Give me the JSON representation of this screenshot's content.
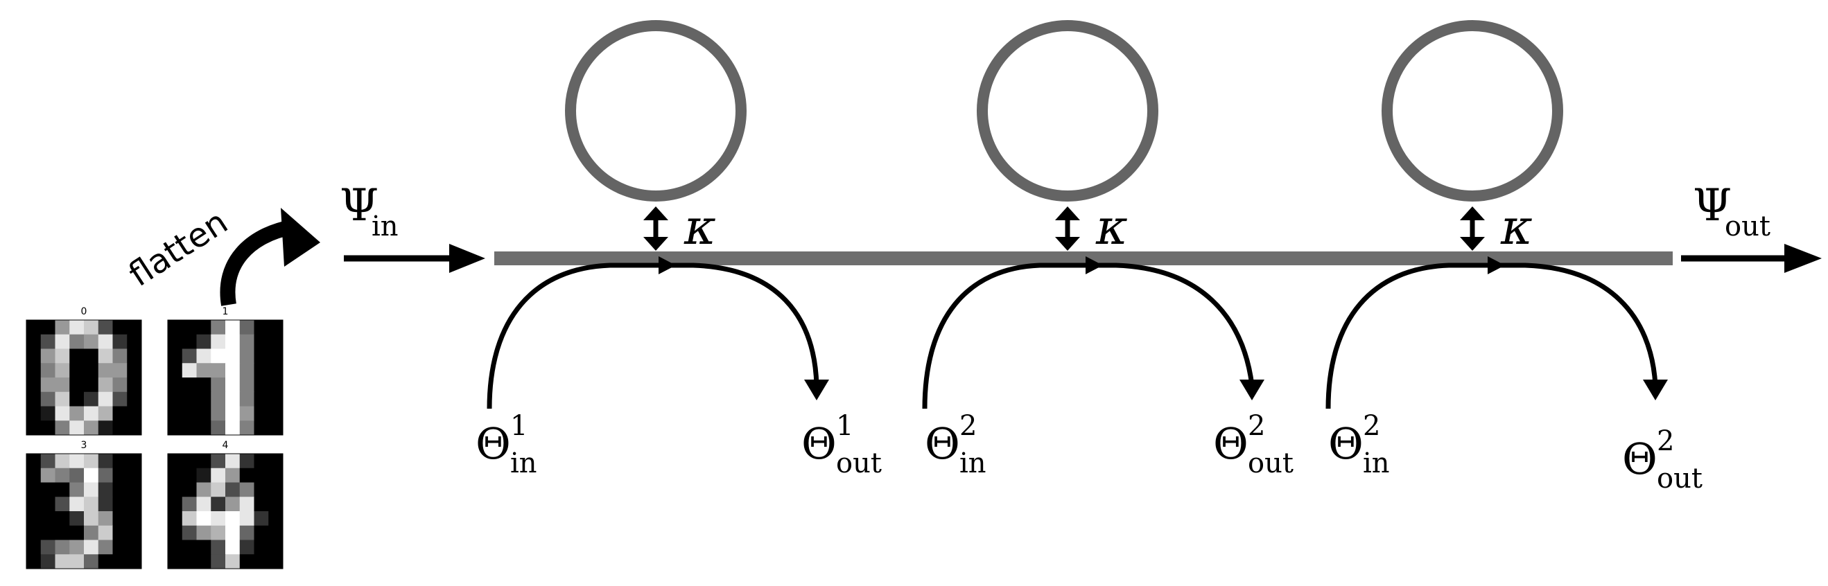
{
  "flatten_label": "flatten",
  "digit_panels": [
    {
      "title": "0",
      "pixels": [
        [
          0,
          0,
          0.6,
          0.9,
          0.8,
          0.3,
          0,
          0
        ],
        [
          0,
          0.3,
          0.9,
          0.5,
          0.6,
          0.9,
          0.2,
          0
        ],
        [
          0,
          0.6,
          0.8,
          0,
          0,
          0.8,
          0.5,
          0
        ],
        [
          0,
          0.5,
          0.7,
          0,
          0,
          0.6,
          0.6,
          0
        ],
        [
          0,
          0.6,
          0.6,
          0,
          0,
          0.7,
          0.5,
          0
        ],
        [
          0,
          0.4,
          0.8,
          0,
          0.2,
          0.9,
          0.3,
          0
        ],
        [
          0,
          0.1,
          0.9,
          0.6,
          0.9,
          0.7,
          0,
          0
        ],
        [
          0,
          0,
          0.5,
          0.9,
          0.6,
          0.1,
          0,
          0
        ]
      ]
    },
    {
      "title": "1",
      "pixels": [
        [
          0,
          0,
          0,
          0.5,
          1,
          0.4,
          0,
          0
        ],
        [
          0,
          0,
          0.2,
          0.9,
          1,
          0.5,
          0,
          0
        ],
        [
          0,
          0.3,
          0.9,
          1,
          1,
          0.5,
          0,
          0
        ],
        [
          0,
          0.9,
          0.6,
          0.6,
          1,
          0.5,
          0,
          0
        ],
        [
          0,
          0,
          0,
          0.5,
          1,
          0.5,
          0,
          0
        ],
        [
          0,
          0,
          0,
          0.5,
          1,
          0.5,
          0,
          0
        ],
        [
          0,
          0,
          0,
          0.5,
          1,
          0.6,
          0,
          0
        ],
        [
          0,
          0,
          0,
          0.4,
          1,
          0.5,
          0,
          0
        ]
      ]
    },
    {
      "title": "3",
      "pixels": [
        [
          0,
          0.3,
          0.8,
          0.9,
          0.8,
          0.2,
          0,
          0
        ],
        [
          0,
          0.6,
          0.5,
          0.4,
          1,
          0.4,
          0,
          0
        ],
        [
          0,
          0,
          0,
          0.5,
          0.9,
          0.2,
          0,
          0
        ],
        [
          0,
          0,
          0.3,
          0.9,
          0.8,
          0.2,
          0,
          0
        ],
        [
          0,
          0,
          0,
          0.2,
          0.8,
          0.6,
          0,
          0
        ],
        [
          0,
          0,
          0,
          0,
          0.5,
          0.8,
          0,
          0
        ],
        [
          0,
          0.3,
          0.5,
          0.6,
          0.9,
          0.5,
          0,
          0
        ],
        [
          0,
          0.2,
          0.8,
          0.8,
          0.4,
          0,
          0,
          0
        ]
      ]
    },
    {
      "title": "4",
      "pixels": [
        [
          0,
          0,
          0,
          0.3,
          0.9,
          0.2,
          0,
          0
        ],
        [
          0,
          0,
          0.1,
          0.9,
          0.6,
          0,
          0,
          0
        ],
        [
          0,
          0,
          0.6,
          0.8,
          0.3,
          0.5,
          0,
          0
        ],
        [
          0,
          0.4,
          0.9,
          0.2,
          0.6,
          0.9,
          0,
          0
        ],
        [
          0,
          0.8,
          1,
          0.9,
          1,
          0.9,
          0.2,
          0
        ],
        [
          0,
          0.3,
          0.6,
          0.7,
          1,
          0.4,
          0,
          0
        ],
        [
          0,
          0,
          0,
          0.3,
          1,
          0.2,
          0,
          0
        ],
        [
          0,
          0,
          0,
          0.3,
          0.8,
          0,
          0,
          0
        ]
      ]
    }
  ],
  "psi_in": {
    "base": "Ψ",
    "sub": "in"
  },
  "psi_out": {
    "base": "Ψ",
    "sub": "out"
  },
  "coupling_symbol": "κ",
  "rings": [
    {
      "theta_in": {
        "base": "Θ",
        "sub": "in",
        "sup": "1"
      },
      "theta_out": {
        "base": "Θ",
        "sub": "out",
        "sup": "1"
      }
    },
    {
      "theta_in": {
        "base": "Θ",
        "sub": "in",
        "sup": "2"
      },
      "theta_out": {
        "base": "Θ",
        "sub": "out",
        "sup": "2"
      }
    },
    {
      "theta_in": {
        "base": "Θ",
        "sub": "in",
        "sup": "2"
      },
      "theta_out": {
        "base": "Θ",
        "sub": "out",
        "sup": "2"
      }
    }
  ],
  "colors": {
    "ring": "#646464",
    "waveguide": "#6e6e6e",
    "arrow": "#000000"
  }
}
